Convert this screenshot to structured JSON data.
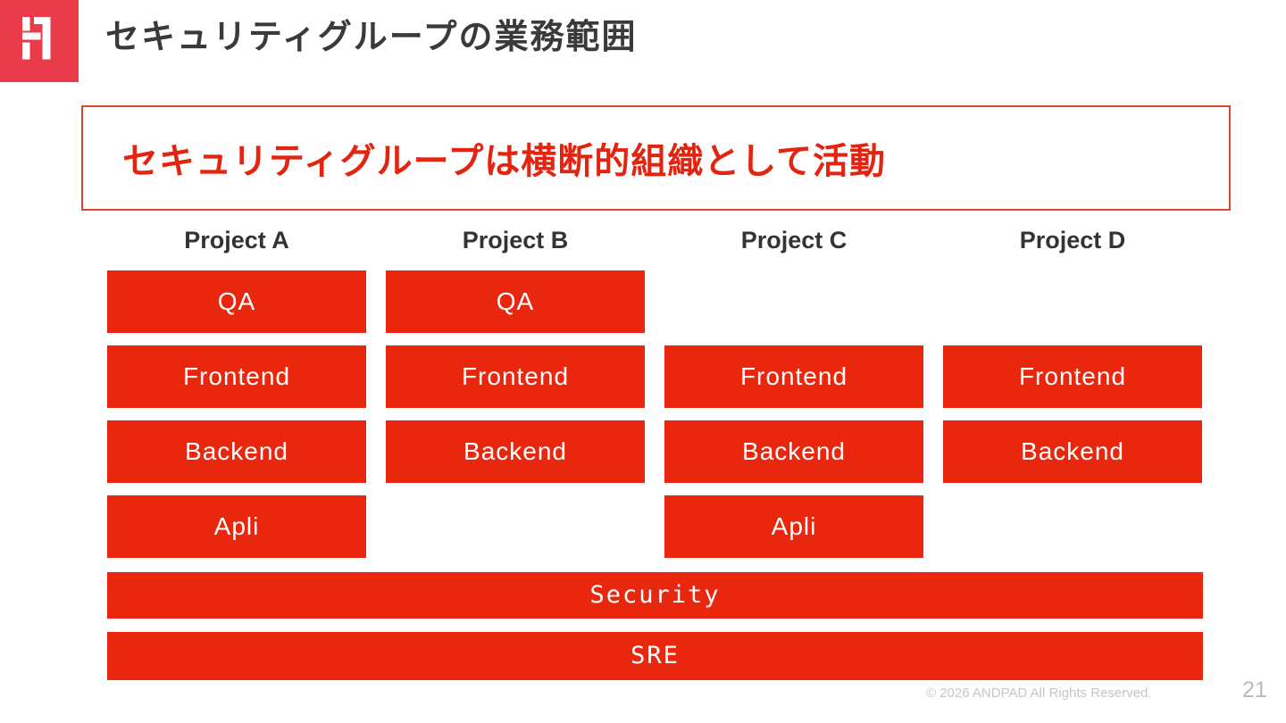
{
  "slide": {
    "title": "セキュリティグループの業務範囲",
    "callout_text": "セキュリティグループは横断的組織として活動",
    "footer": {
      "copyright": "© 2026 ANDPAD All Rights Reserved.",
      "page_number": "21"
    }
  },
  "logo": {
    "name": "ANDPAD",
    "background": "#e93b4a"
  },
  "matrix": {
    "columns": [
      {
        "title": "Project A",
        "cells": [
          "QA",
          "Frontend",
          "Backend",
          "Apli"
        ]
      },
      {
        "title": "Project B",
        "cells": [
          "QA",
          "Frontend",
          "Backend",
          null
        ]
      },
      {
        "title": "Project C",
        "cells": [
          null,
          "Frontend",
          "Backend",
          "Apli"
        ]
      },
      {
        "title": "Project D",
        "cells": [
          null,
          "Frontend",
          "Backend",
          null
        ]
      }
    ],
    "bars": [
      "Security",
      "SRE"
    ]
  },
  "colors": {
    "accent_red": "#e8270e",
    "logo_red": "#e93b4a",
    "callout_border": "#d9452f",
    "callout_text": "#e32410",
    "title_text": "#3a3a3a",
    "footer_text": "#c6c6c6",
    "page_number": "#b9b9b9"
  }
}
